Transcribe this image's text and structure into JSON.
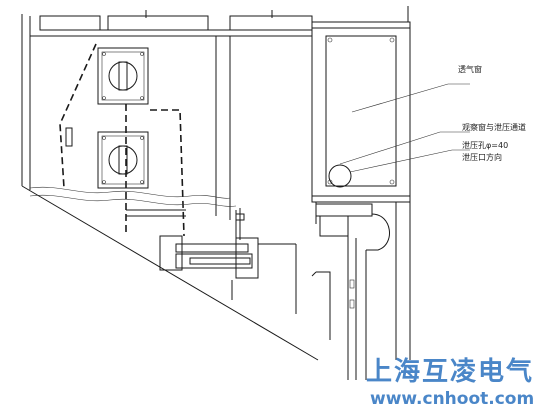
{
  "callouts": {
    "upper_label": "透气窗",
    "middle_label": "观察窗与泄压通道",
    "lower_line1": "泄压孔φ=40",
    "lower_line2": "泄压口方向"
  },
  "watermark": {
    "brand": "上海互凌电气",
    "url": "www.cnhoot.com",
    "color": "#4a86c8"
  }
}
